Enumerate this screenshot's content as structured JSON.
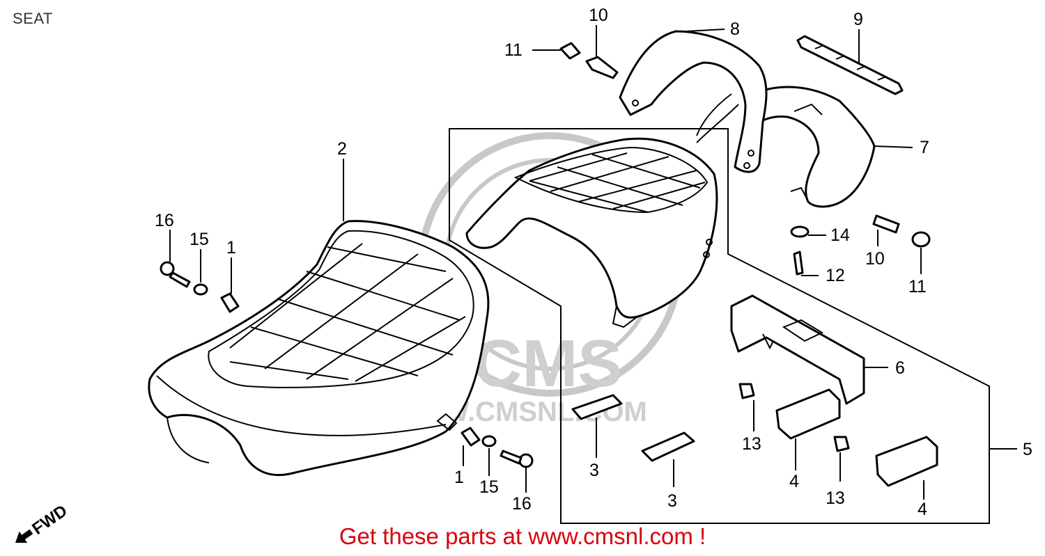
{
  "page": {
    "title": "SEAT"
  },
  "watermark": {
    "logo_text": "CMS",
    "url_text": "WWW.CMSNL.COM"
  },
  "direction_marker": {
    "label": "FWD"
  },
  "callouts": {
    "c1a": "1",
    "c1b": "1",
    "c2": "2",
    "c3a": "3",
    "c3b": "3",
    "c4a": "4",
    "c4b": "4",
    "c5": "5",
    "c6": "6",
    "c7": "7",
    "c8": "8",
    "c9": "9",
    "c10a": "10",
    "c10b": "10",
    "c11a": "11",
    "c11b": "11",
    "c12": "12",
    "c13a": "13",
    "c13b": "13",
    "c14": "14",
    "c15a": "15",
    "c15b": "15",
    "c16a": "16",
    "c16b": "16"
  },
  "footer": {
    "promo_text": "Get these parts at www.cmsnl.com !"
  },
  "colors": {
    "promo": "#d8000c",
    "line": "#000000",
    "watermark": "#c8c8c8"
  }
}
